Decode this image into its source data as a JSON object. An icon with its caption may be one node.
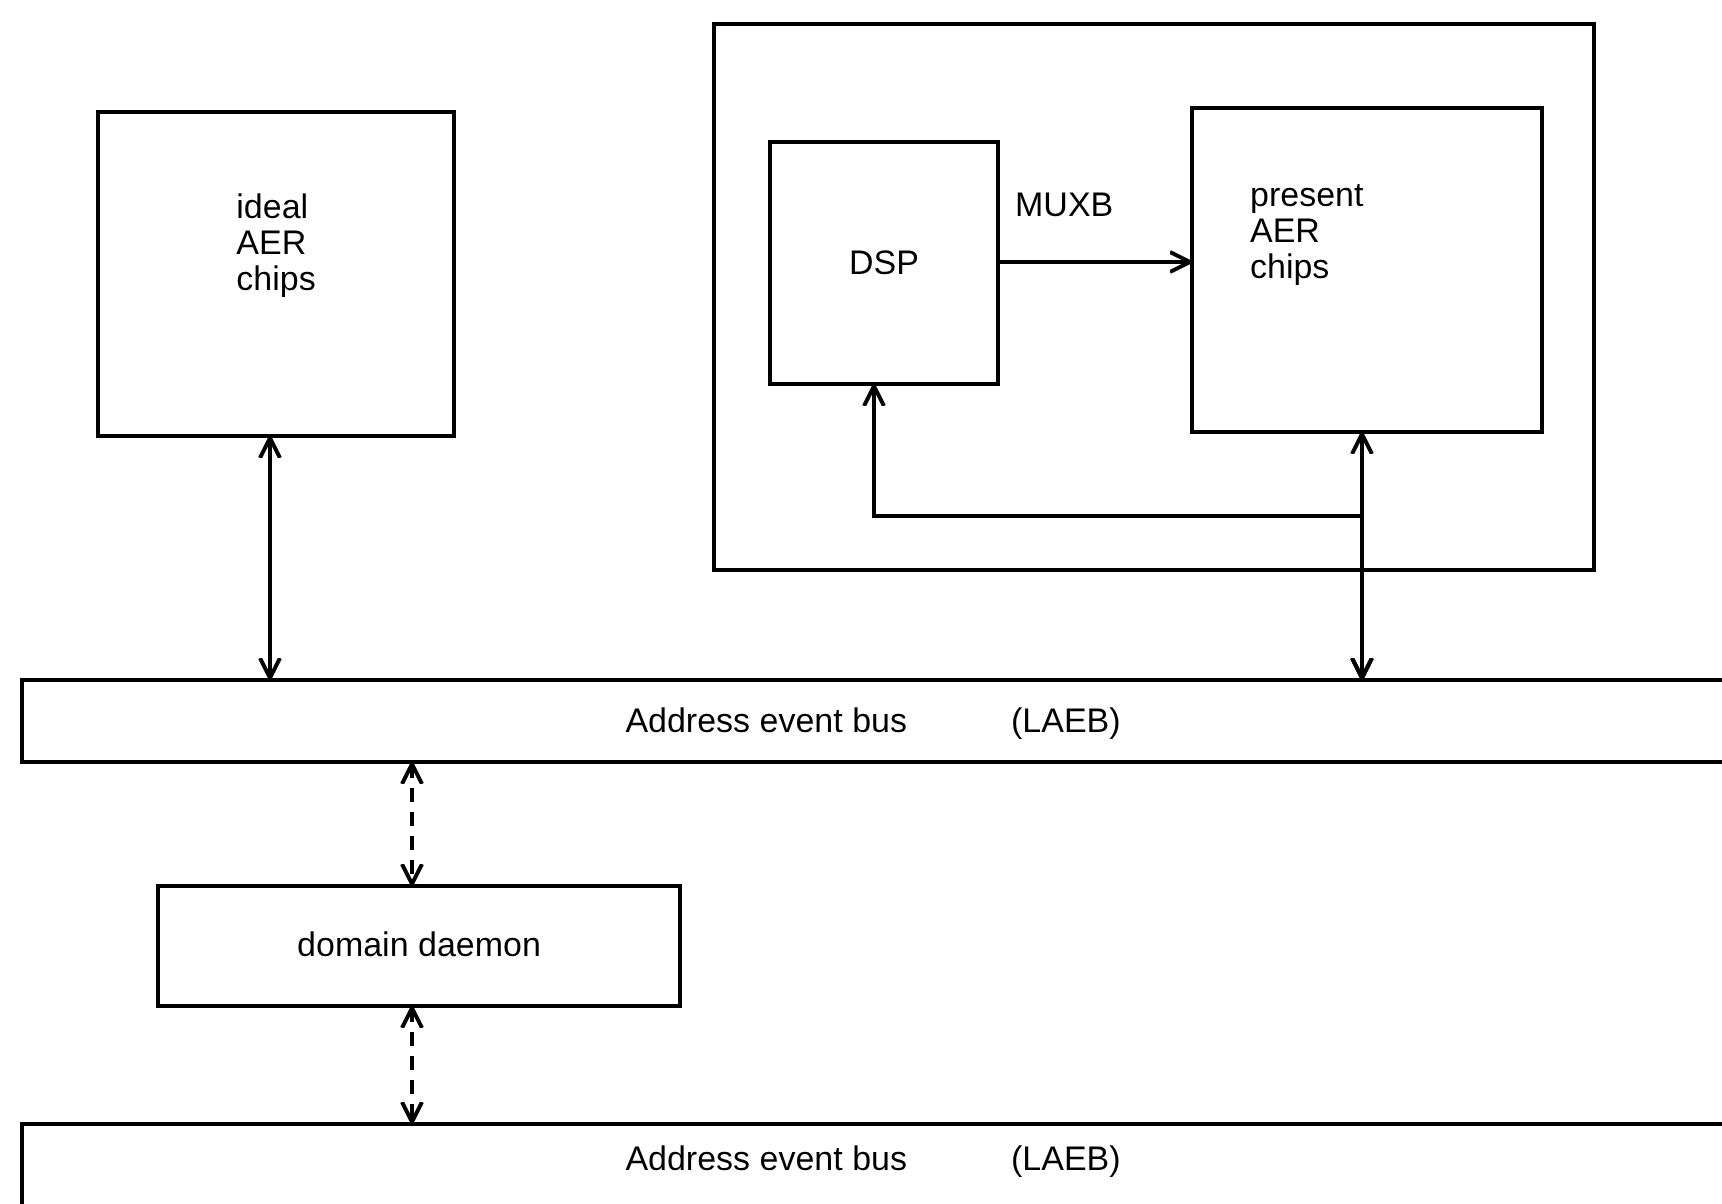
{
  "diagram": {
    "nodes": [
      {
        "text": [
          "ideal AER chips"
        ]
      },
      {
        "text": [],
        "shape": "box"
      },
      {
        "text": [
          "DSP"
        ],
        "in": 1
      },
      {
        "text": [
          "present AER chips"
        ],
        "in": 1
      },
      {
        "text": [
          "Address event bus",
          "(LAEB)"
        ]
      },
      {
        "text": [
          "domain daemon"
        ]
      },
      {
        "text": [
          "Address event bus",
          "(LAEB)"
        ]
      }
    ],
    "edges": [
      {
        "from": 0,
        "to": 4,
        "arrow": "both"
      },
      {
        "from": 2,
        "to": 3,
        "arrow": "to",
        "label": "MUXB"
      },
      {
        "from": 4,
        "to": 3,
        "arrow": "both"
      },
      {
        "from": 4,
        "to": 2,
        "arrow": "both"
      },
      {
        "from": 4,
        "to": 5,
        "arrow": "both",
        "style": "dashed"
      },
      {
        "from": 5,
        "to": 6,
        "arrow": "both",
        "style": "dashed"
      }
    ]
  }
}
